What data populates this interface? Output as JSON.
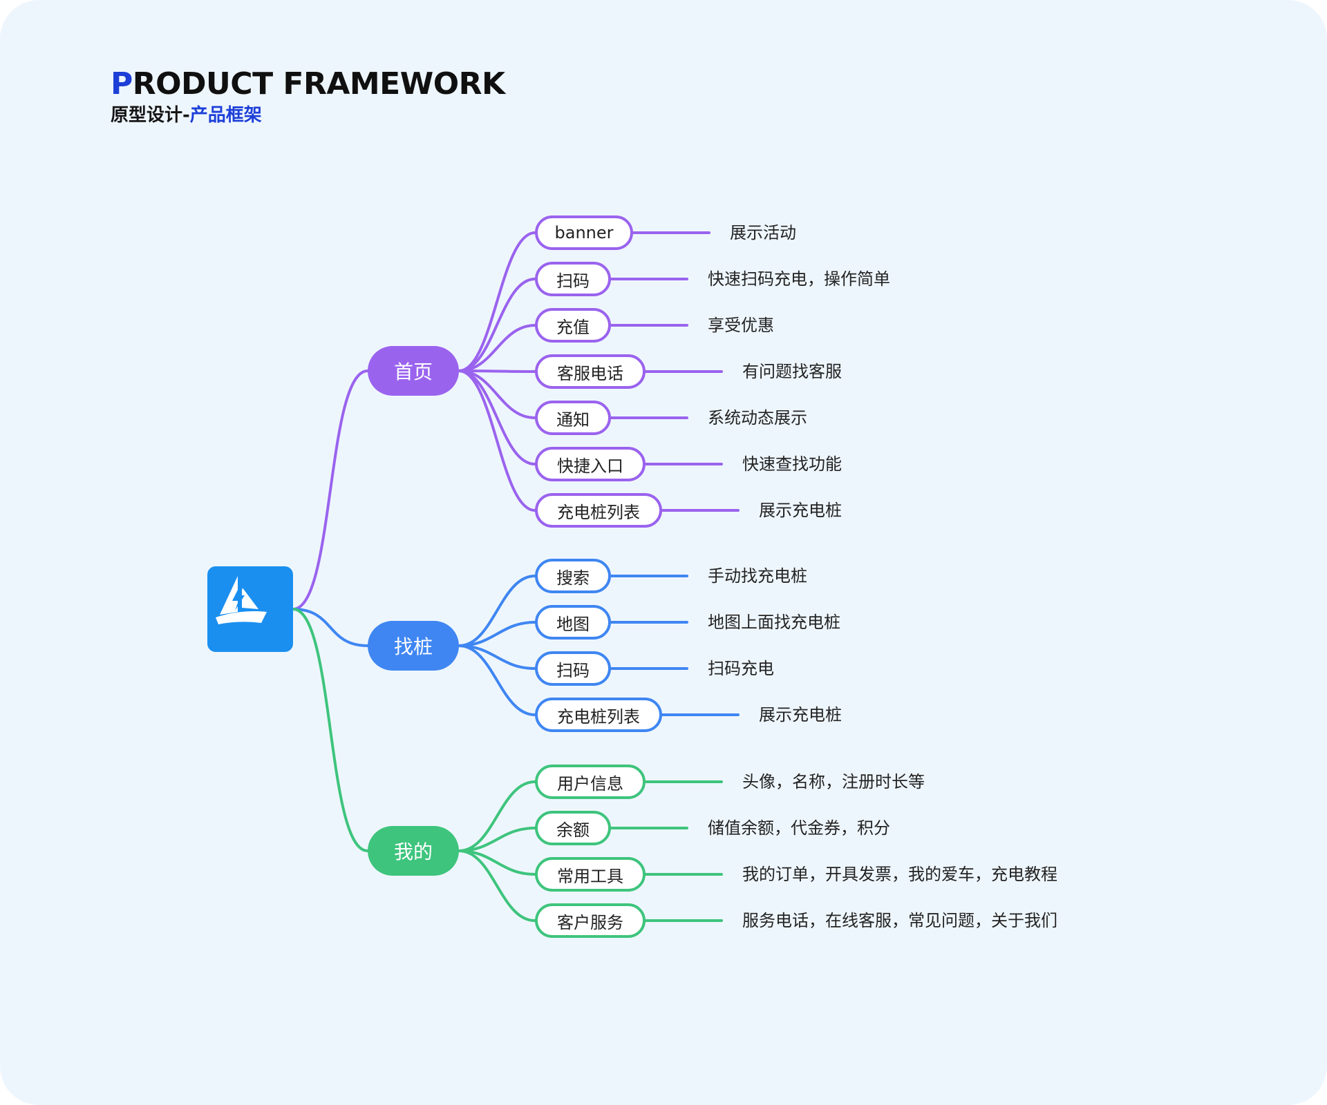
{
  "header": {
    "title_first_letter": "P",
    "title_rest": "RODUCT FRAMEWORK",
    "subtitle_prefix": "原型设计-",
    "subtitle_highlight": "产品框架"
  },
  "root": {
    "icon": "lightning-boat-logo-icon"
  },
  "colors": {
    "purple": "#9a63ee",
    "blue": "#3f86f2",
    "green": "#3ec47d",
    "logo_bg": "#1a8ff0",
    "title_accent": "#1d3fd8"
  },
  "branches": [
    {
      "label": "首页",
      "color": "purple",
      "items": [
        {
          "label": "banner",
          "desc": "展示活动"
        },
        {
          "label": "扫码",
          "desc": "快速扫码充电，操作简单"
        },
        {
          "label": "充值",
          "desc": "享受优惠"
        },
        {
          "label": "客服电话",
          "desc": "有问题找客服"
        },
        {
          "label": "通知",
          "desc": "系统动态展示"
        },
        {
          "label": "快捷入口",
          "desc": "快速查找功能"
        },
        {
          "label": "充电桩列表",
          "desc": "展示充电桩"
        }
      ]
    },
    {
      "label": "找桩",
      "color": "blue",
      "items": [
        {
          "label": "搜索",
          "desc": "手动找充电桩"
        },
        {
          "label": "地图",
          "desc": "地图上面找充电桩"
        },
        {
          "label": "扫码",
          "desc": "扫码充电"
        },
        {
          "label": "充电桩列表",
          "desc": "展示充电桩"
        }
      ]
    },
    {
      "label": "我的",
      "color": "green",
      "items": [
        {
          "label": "用户信息",
          "desc": "头像，名称，注册时长等"
        },
        {
          "label": "余额",
          "desc": "储值余额，代金券，积分"
        },
        {
          "label": "常用工具",
          "desc": "我的订单，开具发票，我的爱车，充电教程"
        },
        {
          "label": "客户服务",
          "desc": "服务电话，在线客服，常见问题，关于我们"
        }
      ]
    }
  ]
}
